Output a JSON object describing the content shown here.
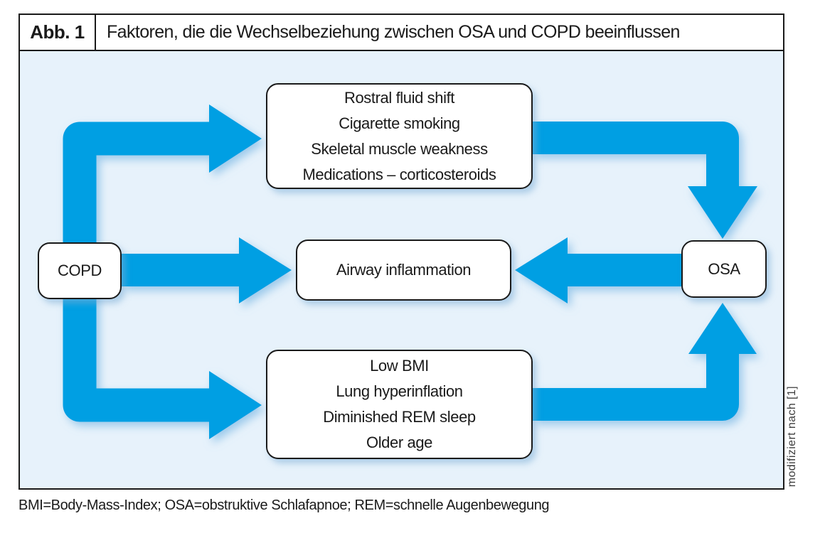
{
  "header": {
    "label": "Abb. 1",
    "title": "Faktoren, die die Wechselbeziehung zwischen OSA und COPD beeinflussen"
  },
  "diagram": {
    "nodes": {
      "copd": {
        "label": "COPD"
      },
      "osa": {
        "label": "OSA"
      },
      "center": {
        "label": "Airway inflammation"
      },
      "top_factors": {
        "lines": [
          "Rostral fluid shift",
          "Cigarette smoking",
          "Skeletal muscle weakness",
          "Medications – corticosteroids"
        ]
      },
      "bottom_factors": {
        "lines": [
          "Low BMI",
          "Lung hyperinflation",
          "Diminished REM sleep",
          "Older age"
        ]
      }
    },
    "arrows": [
      {
        "from": "COPD",
        "to": "top_factors"
      },
      {
        "from": "COPD",
        "to": "bottom_factors"
      },
      {
        "from": "COPD",
        "to": "center"
      },
      {
        "from": "OSA",
        "to": "center"
      },
      {
        "from": "top_factors",
        "to": "OSA"
      },
      {
        "from": "bottom_factors",
        "to": "OSA"
      }
    ],
    "colors": {
      "arrow": "#009FE3",
      "panel_background": "#E7F2FB",
      "border": "#1a1a1a"
    }
  },
  "footnote": "BMI=Body-Mass-Index; OSA=obstruktive Schlafapnoe; REM=schnelle Augenbewegung",
  "credit": "modifiziert nach [1]"
}
